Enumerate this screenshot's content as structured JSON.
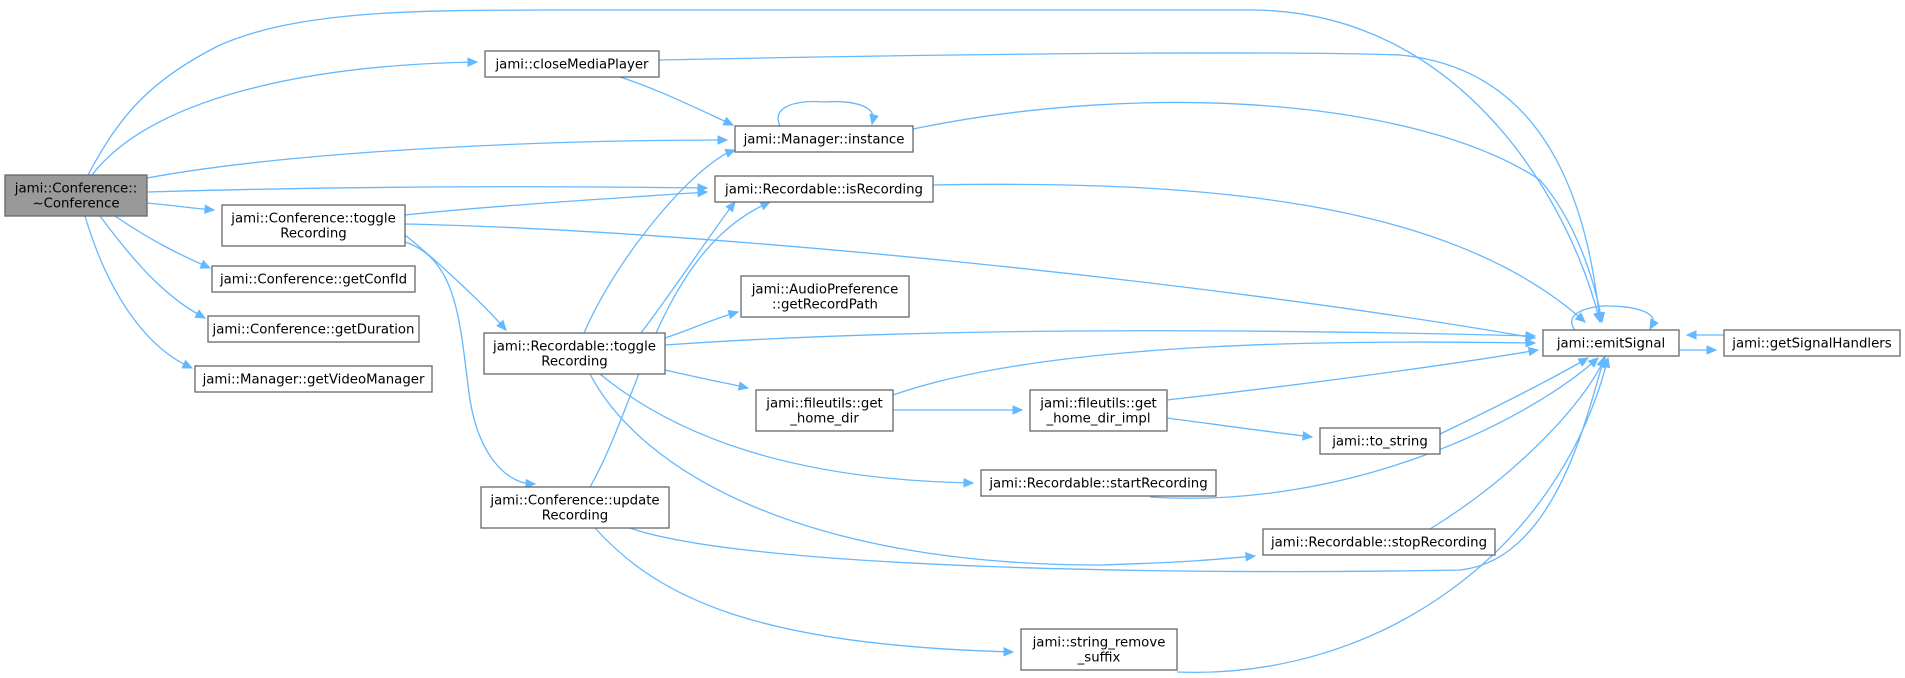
{
  "graph": {
    "colors": {
      "edge": "#63b8ff",
      "node_border": "#666666",
      "root_fill": "#999999",
      "node_fill": "#ffffff"
    },
    "nodes": {
      "root": {
        "lines": [
          "jami::Conference::",
          "~Conference"
        ]
      },
      "closeMediaPlayer": {
        "lines": [
          "jami::closeMediaPlayer"
        ]
      },
      "managerInstance": {
        "lines": [
          "jami::Manager::instance"
        ]
      },
      "isRecording": {
        "lines": [
          "jami::Recordable::isRecording"
        ]
      },
      "confToggleRecording": {
        "lines": [
          "jami::Conference::toggle",
          "Recording"
        ]
      },
      "getConfId": {
        "lines": [
          "jami::Conference::getConfId"
        ]
      },
      "getDuration": {
        "lines": [
          "jami::Conference::getDuration"
        ]
      },
      "getVideoManager": {
        "lines": [
          "jami::Manager::getVideoManager"
        ]
      },
      "recToggleRecording": {
        "lines": [
          "jami::Recordable::toggle",
          "Recording"
        ]
      },
      "getRecordPath": {
        "lines": [
          "jami::AudioPreference",
          "::getRecordPath"
        ]
      },
      "getHomeDir": {
        "lines": [
          "jami::fileutils::get",
          "_home_dir"
        ]
      },
      "getHomeDirImpl": {
        "lines": [
          "jami::fileutils::get",
          "_home_dir_impl"
        ]
      },
      "toString": {
        "lines": [
          "jami::to_string"
        ]
      },
      "startRecording": {
        "lines": [
          "jami::Recordable::startRecording"
        ]
      },
      "stopRecording": {
        "lines": [
          "jami::Recordable::stopRecording"
        ]
      },
      "updateRecording": {
        "lines": [
          "jami::Conference::update",
          "Recording"
        ]
      },
      "stringRemoveSuffix": {
        "lines": [
          "jami::string_remove",
          "_suffix"
        ]
      },
      "emitSignal": {
        "lines": [
          "jami::emitSignal"
        ]
      },
      "getSignalHandlers": {
        "lines": [
          "jami::getSignalHandlers"
        ]
      }
    }
  }
}
